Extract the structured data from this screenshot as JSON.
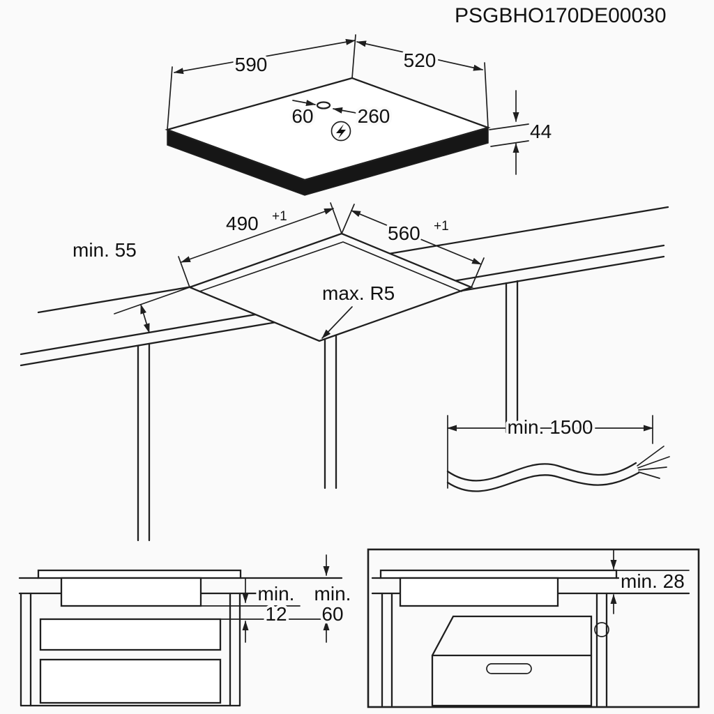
{
  "title": "PSGBHO170DE00030",
  "hob": {
    "width": "590",
    "depth": "520",
    "height": "44",
    "conn_dim_a": "60",
    "conn_dim_b": "260"
  },
  "cutout": {
    "depth": "490",
    "depth_tol": "+1",
    "width": "560",
    "width_tol": "+1",
    "edge_clearance": "min. 55",
    "corner_radius": "max. R5"
  },
  "cable": {
    "length": "min. 1500"
  },
  "clearances": {
    "below_hob": {
      "label": "min.",
      "value": "12"
    },
    "below_worktop": {
      "label": "min.",
      "value": "60"
    },
    "to_oven": "min. 28"
  },
  "colors": {
    "line": "#1f1f1f",
    "background": "#fafafa"
  }
}
